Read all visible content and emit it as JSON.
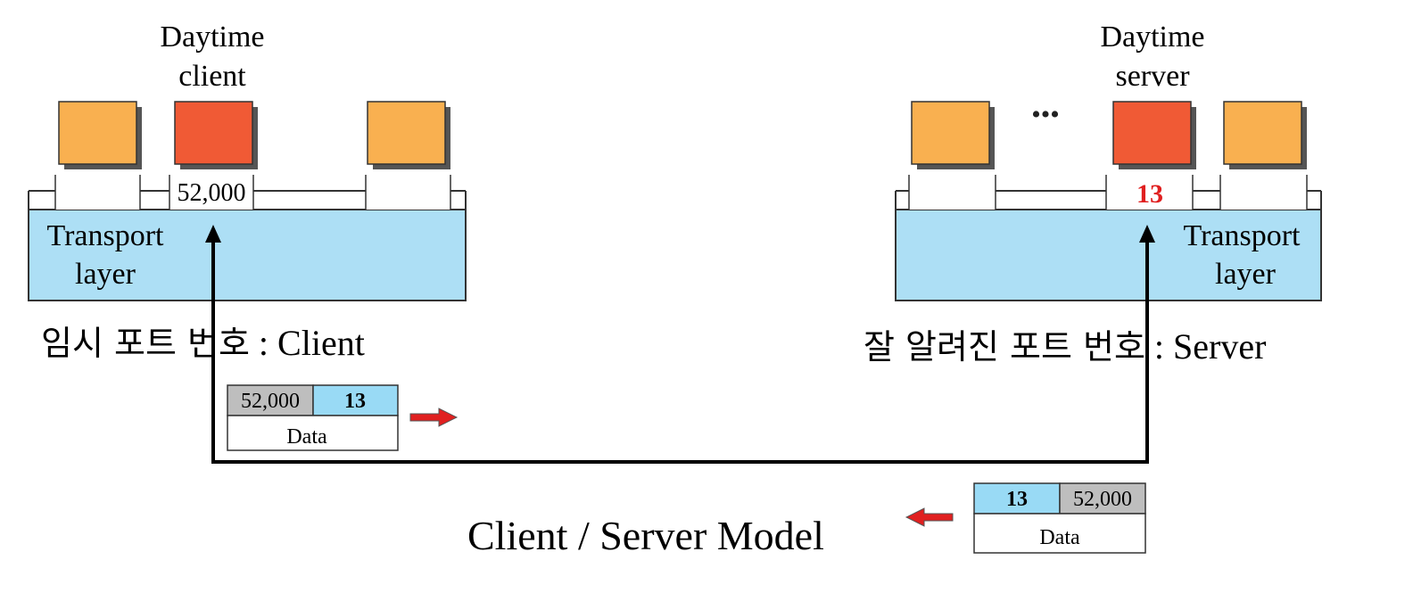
{
  "client": {
    "process_label_line1": "Daytime",
    "process_label_line2": "client",
    "port": "52,000",
    "layer_line1": "Transport",
    "layer_line2": "layer",
    "caption_ko": "임시 포트 번호",
    "caption_sep": " : ",
    "caption_en": "Client"
  },
  "server": {
    "process_label_line1": "Daytime",
    "process_label_line2": "server",
    "ellipsis": "•••",
    "port": "13",
    "layer_line1": "Transport",
    "layer_line2": "layer",
    "caption_ko": "잘 알려진 포트 번호",
    "caption_sep": " : ",
    "caption_en": "Server"
  },
  "request_packet": {
    "src_port": "52,000",
    "dst_port": "13",
    "data_label": "Data"
  },
  "response_packet": {
    "src_port": "13",
    "dst_port": "52,000",
    "data_label": "Data"
  },
  "title": "Client / Server Model",
  "colors": {
    "process_idle": "#F9B050",
    "process_active": "#F05A35",
    "transport_layer": "#ADDFF5",
    "port_grey": "#BEBEBE",
    "port_blue": "#99DAF5",
    "arrow_red": "#E02020",
    "server_port_text": "#E02020",
    "shadow": "#555555",
    "line": "#000000"
  }
}
